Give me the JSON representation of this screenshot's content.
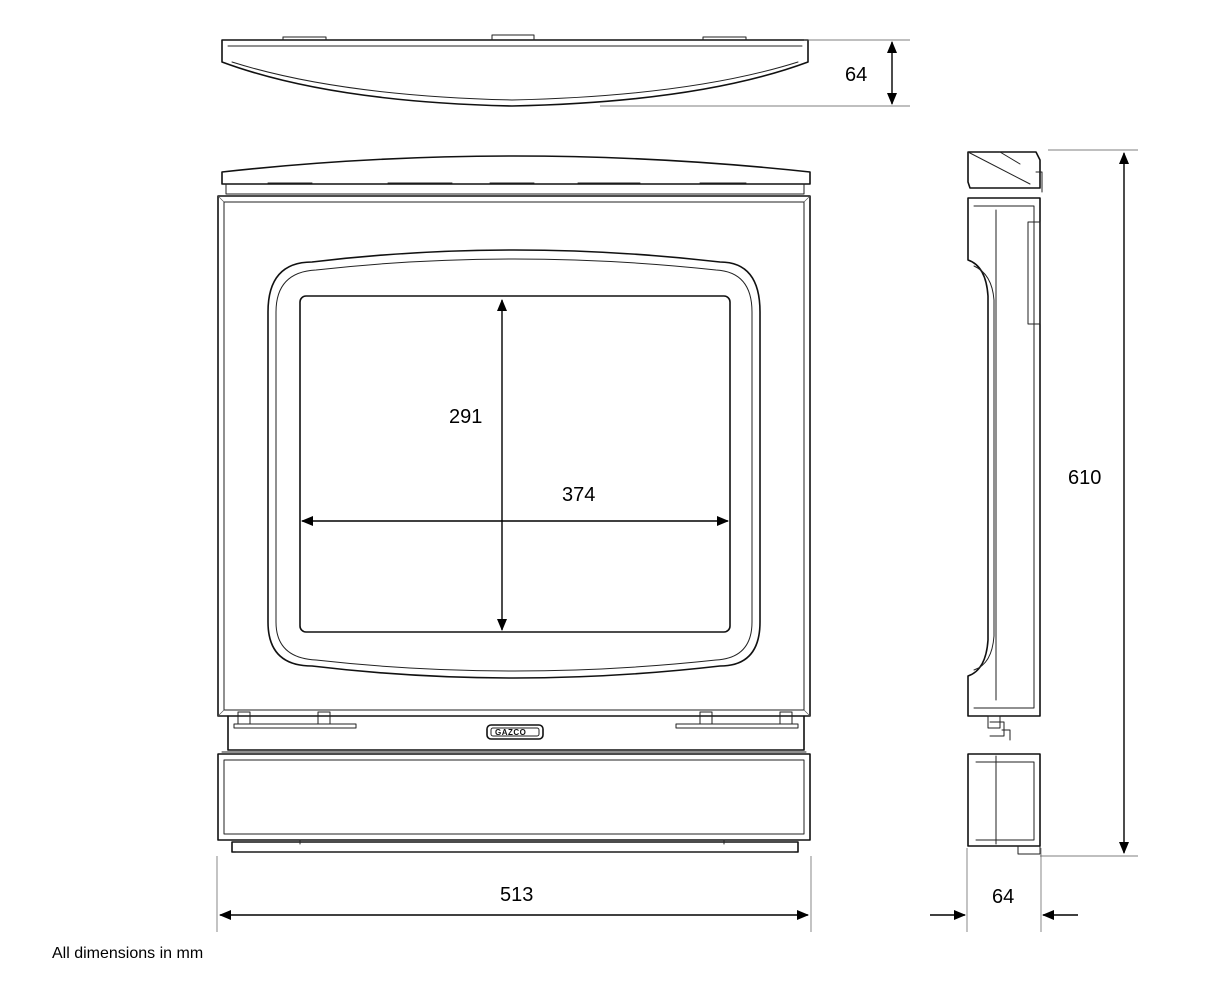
{
  "dimensions": {
    "top_view_depth": "64",
    "window_height": "291",
    "window_width": "374",
    "overall_width": "513",
    "overall_height": "610",
    "side_view_depth": "64"
  },
  "brand_badge": "GAZCO",
  "footnote": "All dimensions in mm"
}
